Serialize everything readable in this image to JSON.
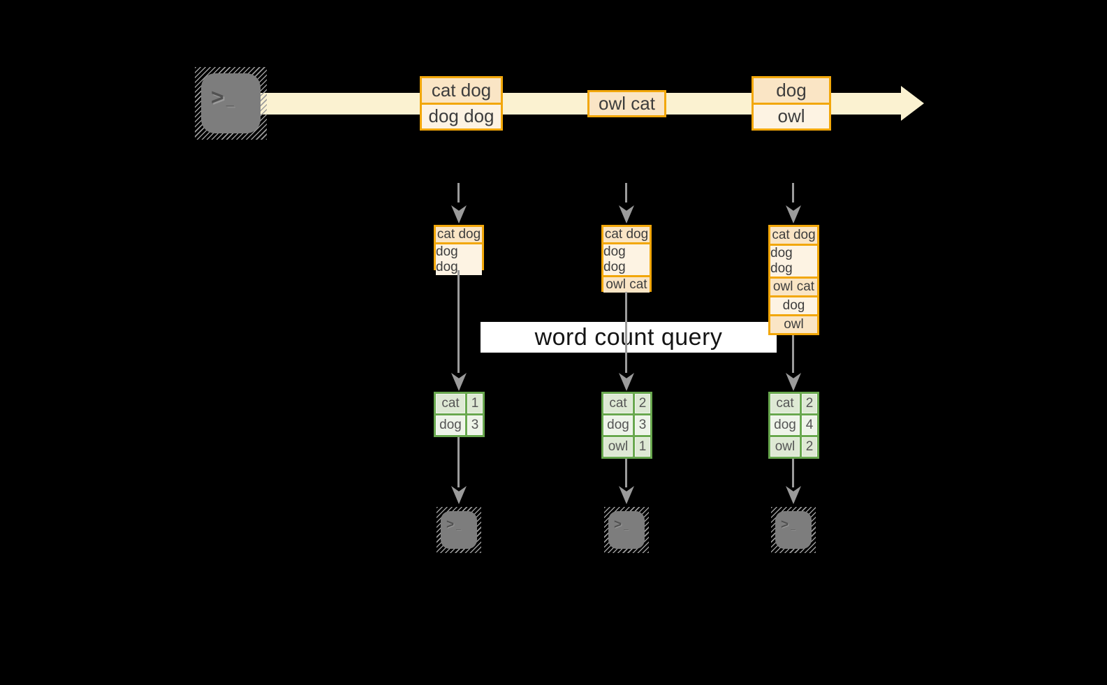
{
  "banner": {
    "label": "word count query"
  },
  "terminal": {
    "prompt": ">",
    "cursor": "_"
  },
  "stream_batches": [
    [
      "cat dog",
      "dog dog"
    ],
    [
      "owl cat"
    ],
    [
      "dog",
      "owl"
    ]
  ],
  "state_columns": [
    [
      "cat dog",
      "dog dog"
    ],
    [
      "cat dog",
      "dog dog",
      "owl cat"
    ],
    [
      "cat dog",
      "dog dog",
      "owl cat",
      "dog",
      "owl"
    ]
  ],
  "count_tables": [
    [
      [
        "cat",
        "1"
      ],
      [
        "dog",
        "3"
      ]
    ],
    [
      [
        "cat",
        "2"
      ],
      [
        "dog",
        "3"
      ],
      [
        "owl",
        "1"
      ]
    ],
    [
      [
        "cat",
        "2"
      ],
      [
        "dog",
        "4"
      ],
      [
        "owl",
        "2"
      ]
    ]
  ],
  "colors": {
    "background": "#000000",
    "stream": "#FBF2D1",
    "record_border": "#F2A70A",
    "record_fill_dark": "#FAE5C5",
    "record_fill_light": "#FDF3E3",
    "table_border": "#69A84F",
    "table_fill_dark": "#DEE9D4",
    "table_fill_light": "#EEF4E9",
    "arrow_gray": "#9B9B9B",
    "terminal_gray": "#7D7D7D",
    "banner_bg": "#FFFFFF"
  }
}
